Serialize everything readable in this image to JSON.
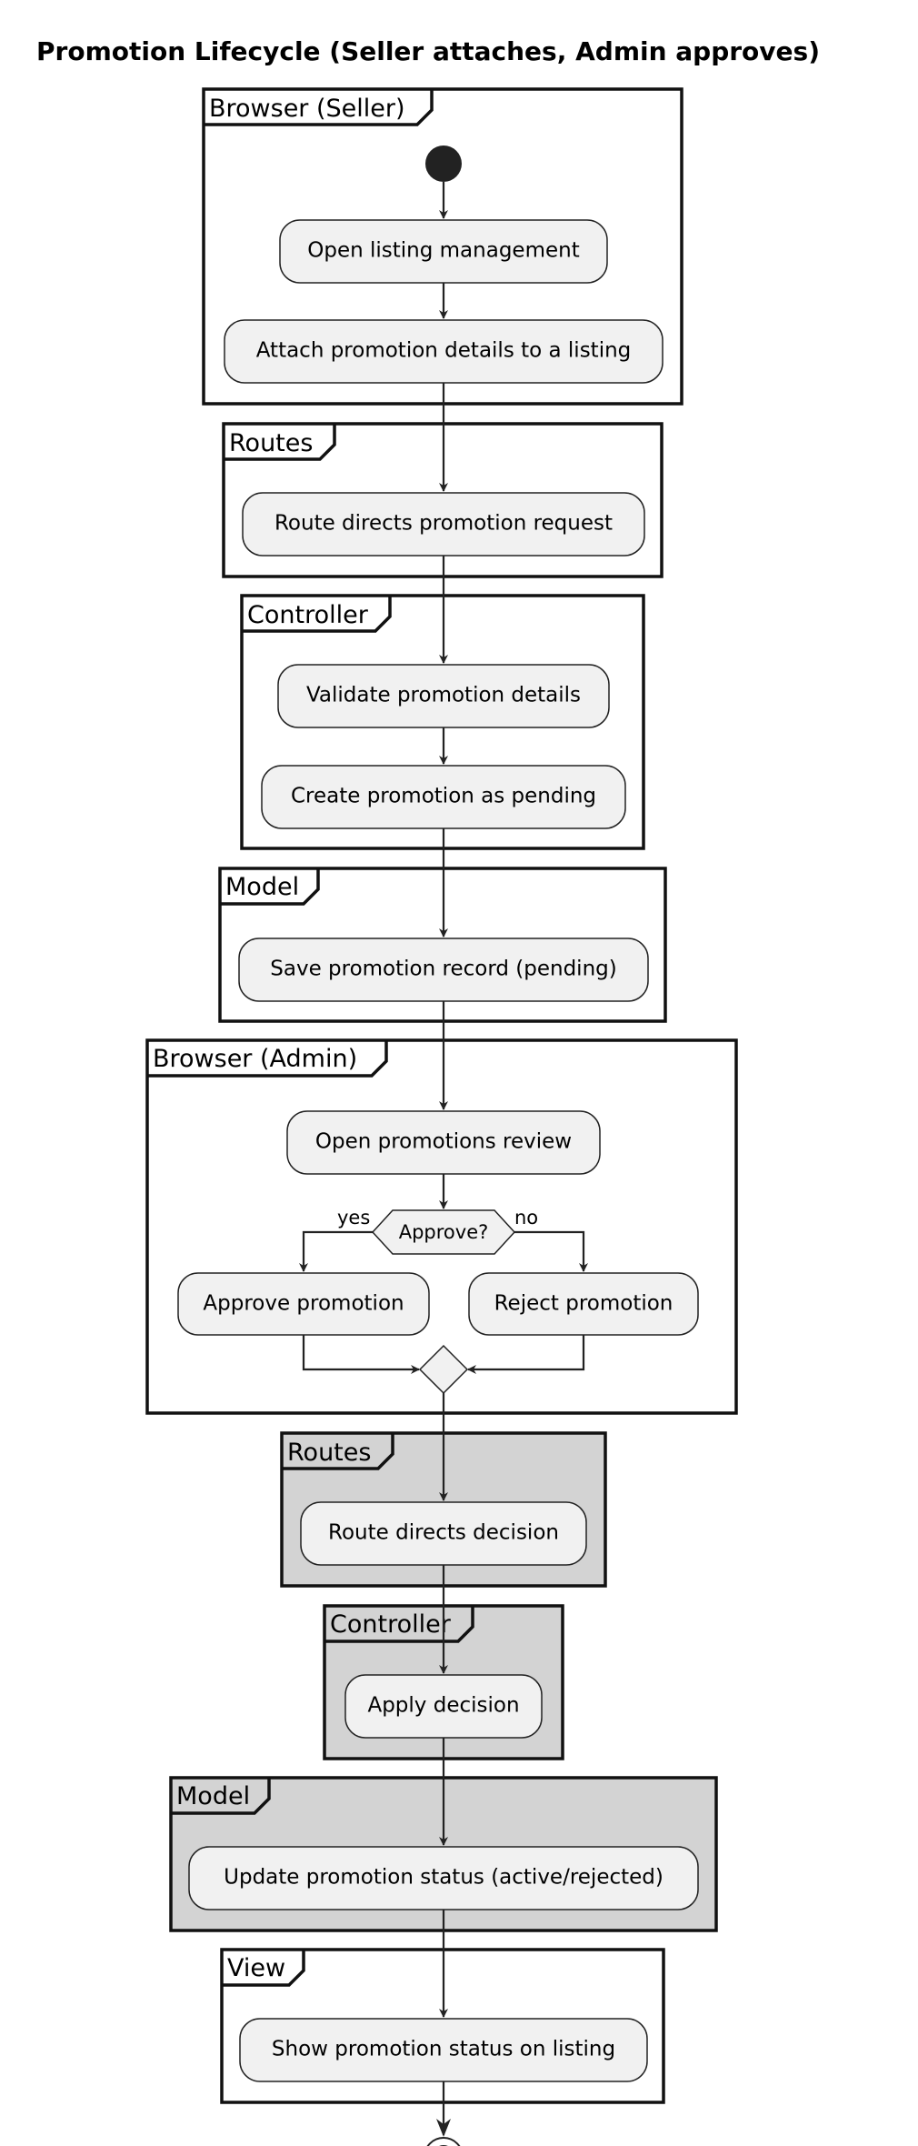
{
  "title": "Promotion Lifecycle (Seller attaches, Admin approves)",
  "colors": {
    "frame_white": "#ffffff",
    "frame_gray": "#d3d3d3",
    "activity_fill": "#f1f1f1",
    "line": "#222222"
  },
  "frames": [
    {
      "label": "Browser (Seller)",
      "shaded": false
    },
    {
      "label": "Routes",
      "shaded": false
    },
    {
      "label": "Controller",
      "shaded": false
    },
    {
      "label": "Model",
      "shaded": false
    },
    {
      "label": "Browser (Admin)",
      "shaded": false
    },
    {
      "label": "Routes",
      "shaded": true
    },
    {
      "label": "Controller",
      "shaded": true
    },
    {
      "label": "Model",
      "shaded": true
    },
    {
      "label": "View",
      "shaded": false
    }
  ],
  "activities": {
    "open_listing": "Open listing management",
    "attach_promotion": "Attach promotion details to a listing",
    "route_request": "Route directs promotion request",
    "validate": "Validate promotion details",
    "create_pending": "Create promotion as pending",
    "save_record": "Save promotion record (pending)",
    "open_review": "Open promotions review",
    "approve": "Approve promotion",
    "reject": "Reject promotion",
    "route_decision": "Route directs decision",
    "apply_decision": "Apply decision",
    "update_status": "Update promotion status (active/rejected)",
    "show_status": "Show promotion status on listing"
  },
  "decision": {
    "label": "Approve?",
    "yes": "yes",
    "no": "no"
  }
}
